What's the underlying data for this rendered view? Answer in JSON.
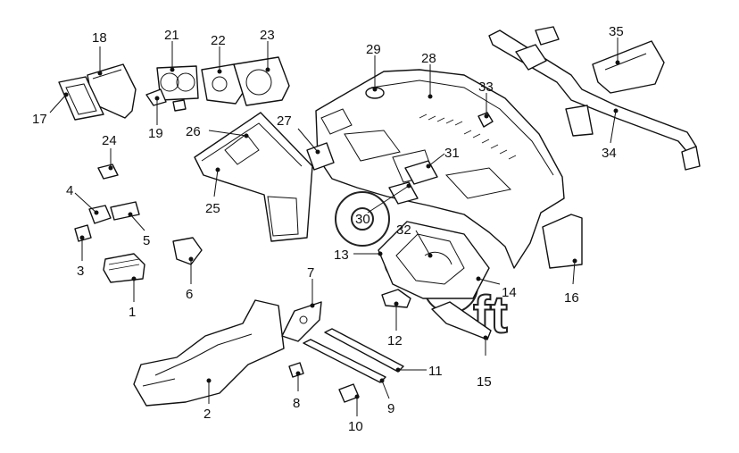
{
  "diagram": {
    "callouts": [
      {
        "label": "18"
      },
      {
        "label": "21"
      },
      {
        "label": "22"
      },
      {
        "label": "23"
      },
      {
        "label": "29"
      },
      {
        "label": "28"
      },
      {
        "label": "35"
      },
      {
        "label": "33"
      },
      {
        "label": "17"
      },
      {
        "label": "19"
      },
      {
        "label": "26"
      },
      {
        "label": "27"
      },
      {
        "label": "24"
      },
      {
        "label": "31"
      },
      {
        "label": "34"
      },
      {
        "label": "4"
      },
      {
        "label": "25"
      },
      {
        "label": "30"
      },
      {
        "label": "5"
      },
      {
        "label": "32"
      },
      {
        "label": "13"
      },
      {
        "label": "3"
      },
      {
        "label": "14"
      },
      {
        "label": "16"
      },
      {
        "label": "6"
      },
      {
        "label": "7"
      },
      {
        "label": "1"
      },
      {
        "label": "12"
      },
      {
        "label": "11"
      },
      {
        "label": "15"
      },
      {
        "label": "8"
      },
      {
        "label": "9"
      },
      {
        "label": "2"
      },
      {
        "label": "10"
      }
    ]
  }
}
